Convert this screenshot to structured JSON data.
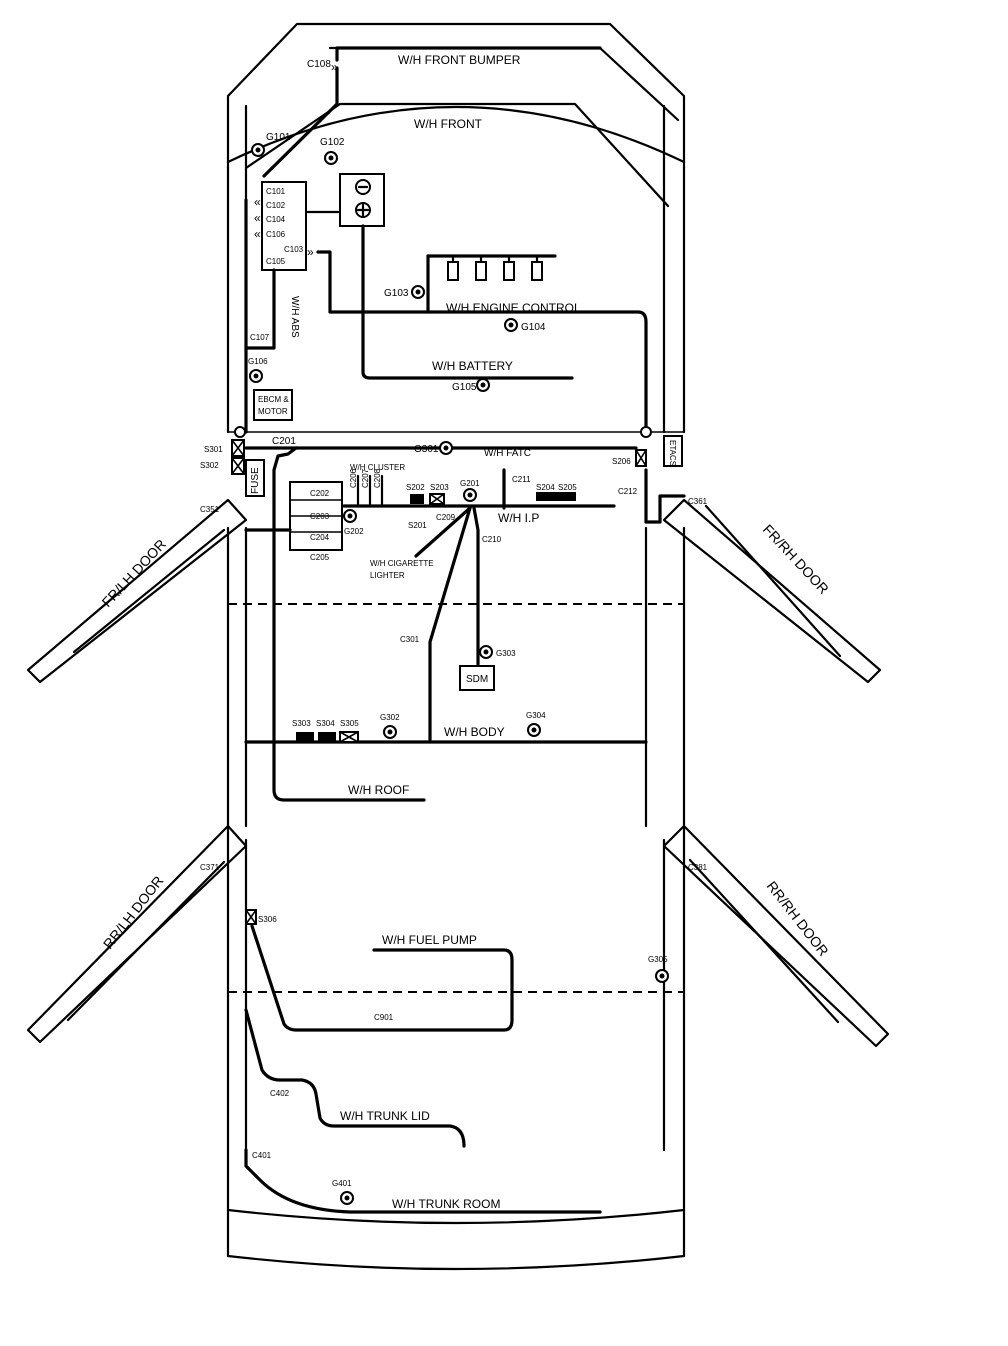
{
  "harness_labels": {
    "front_bumper": "W/H FRONT BUMPER",
    "front": "W/H FRONT",
    "engine_control": "W/H  ENGINE  CONTROL",
    "battery": "W/H  BATTERY",
    "abs": "W/H ABS",
    "fatc": "W/H FATC",
    "cluster": "W/H CLUSTER",
    "ip": "W/H  I.P",
    "cigarette_lighter_1": "W/H CIGARETTE",
    "cigarette_lighter_2": "LIGHTER",
    "body": "W/H  BODY",
    "roof": "W/H  ROOF",
    "fuel_pump": "W/H  FUEL PUMP",
    "trunk_lid": "W/H  TRUNK LID",
    "trunk_room": "W/H  TRUNK ROOM"
  },
  "door_labels": {
    "fr_lh": "FR/LH DOOR",
    "fr_rh": "FR/RH DOOR",
    "rr_lh": "RR/LH DOOR",
    "rr_rh": "RR/RH DOOR"
  },
  "components": {
    "ebcm_1": "EBCM &",
    "ebcm_2": "MOTOR",
    "fuse": "FUSE",
    "sdm": "SDM",
    "etacs": "ETACS"
  },
  "connectors": {
    "c108": "C108",
    "c101": "C101",
    "c102": "C102",
    "c104": "C104",
    "c106": "C106",
    "c103": "C103",
    "c105": "C105",
    "c107": "C107",
    "c201": "C201",
    "c202": "C202",
    "c203": "C203",
    "c204": "C204",
    "c205": "C205",
    "c206": "C206",
    "c207": "C207",
    "c208": "C208",
    "c209": "C209",
    "c210": "C210",
    "c211": "C211",
    "c212": "C212",
    "c301": "C301",
    "c351": "C351",
    "c361": "C361",
    "c371": "C371",
    "c381": "C381",
    "c401": "C401",
    "c402": "C402",
    "c901": "C901"
  },
  "grounds": {
    "g101": "G101",
    "g102": "G102",
    "g103": "G103",
    "g104": "G104",
    "g105": "G105",
    "g106": "G106",
    "g201": "G201",
    "g202": "G202",
    "g301": "G301",
    "g302": "G302",
    "g303": "G303",
    "g304": "G304",
    "g305": "G305",
    "g401": "G401"
  },
  "splices": {
    "s201": "S201",
    "s202": "S202",
    "s203": "S203",
    "s204": "S204",
    "s205": "S205",
    "s206": "S206",
    "s301": "S301",
    "s302": "S302",
    "s303": "S303",
    "s304": "S304",
    "s305": "S305",
    "s306": "S306"
  }
}
